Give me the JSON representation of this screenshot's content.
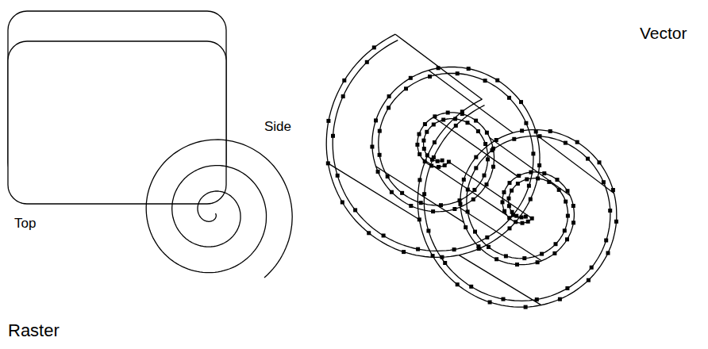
{
  "diagram": {
    "labels": [
      "Vector",
      "Side",
      "Top",
      "Raster"
    ]
  }
}
